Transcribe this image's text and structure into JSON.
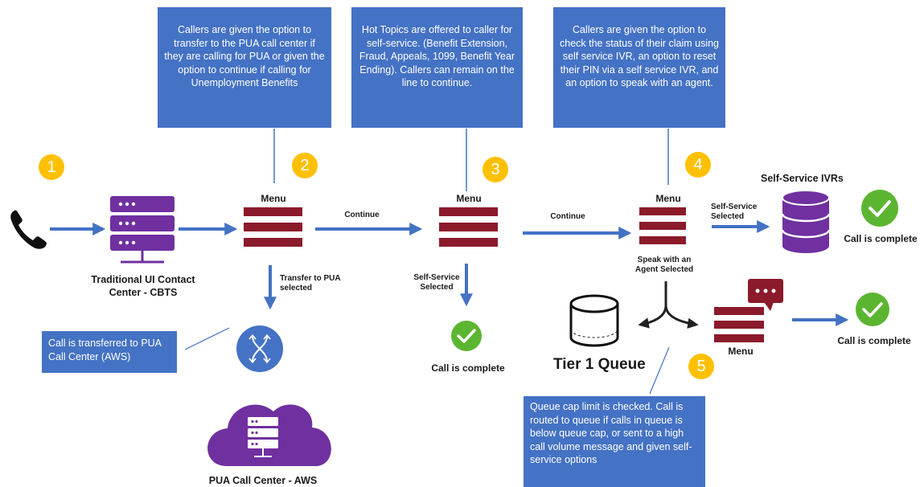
{
  "callouts": {
    "c2": "Callers are given the option to transfer to the PUA call center if they are calling for PUA or given the option to continue if calling for Unemployment Benefits",
    "c3": "Hot Topics are offered to caller for self-service. (Benefit Extension, Fraud, Appeals, 1099, Benefit Year Ending). Callers can remain on the line to continue.",
    "c4": "Callers are given the option to check the status of their claim using self service IVR, an option to reset their PIN via a self service IVR, and an option to speak with an agent.",
    "transfer": "Call is transferred to PUA Call Center (AWS)",
    "queue": "Queue cap limit is checked. Call is routed to queue if calls in queue is below queue cap, or sent to a high call volume message and given self-service options"
  },
  "badges": {
    "b1": "1",
    "b2": "2",
    "b3": "3",
    "b4": "4",
    "b5": "5"
  },
  "labels": {
    "menu": "Menu",
    "traditional_center": "Traditional UI Contact Center - CBTS",
    "continue": "Continue",
    "transfer_pua": "Transfer to PUA selected",
    "self_service_selected": "Self-Service Selected",
    "call_complete": "Call is complete",
    "self_service_ivrs": "Self-Service IVRs",
    "speak_agent": "Speak with an Agent Selected",
    "tier1_queue": "Tier 1 Queue",
    "pua_center": "PUA Call Center - AWS"
  },
  "colors": {
    "callout_bg": "#4472C4",
    "badge": "#FFC000",
    "menu": "#8B1A2B",
    "server": "#7030A0",
    "arrow": "#4472C4",
    "check": "#5CB531"
  },
  "icons": [
    "phone-icon",
    "server-icon",
    "menu-icon",
    "check-icon",
    "database-icon",
    "cloud-server-icon",
    "split-icon",
    "chat-icon",
    "cylinder-icon",
    "branch-arrow-icon"
  ]
}
